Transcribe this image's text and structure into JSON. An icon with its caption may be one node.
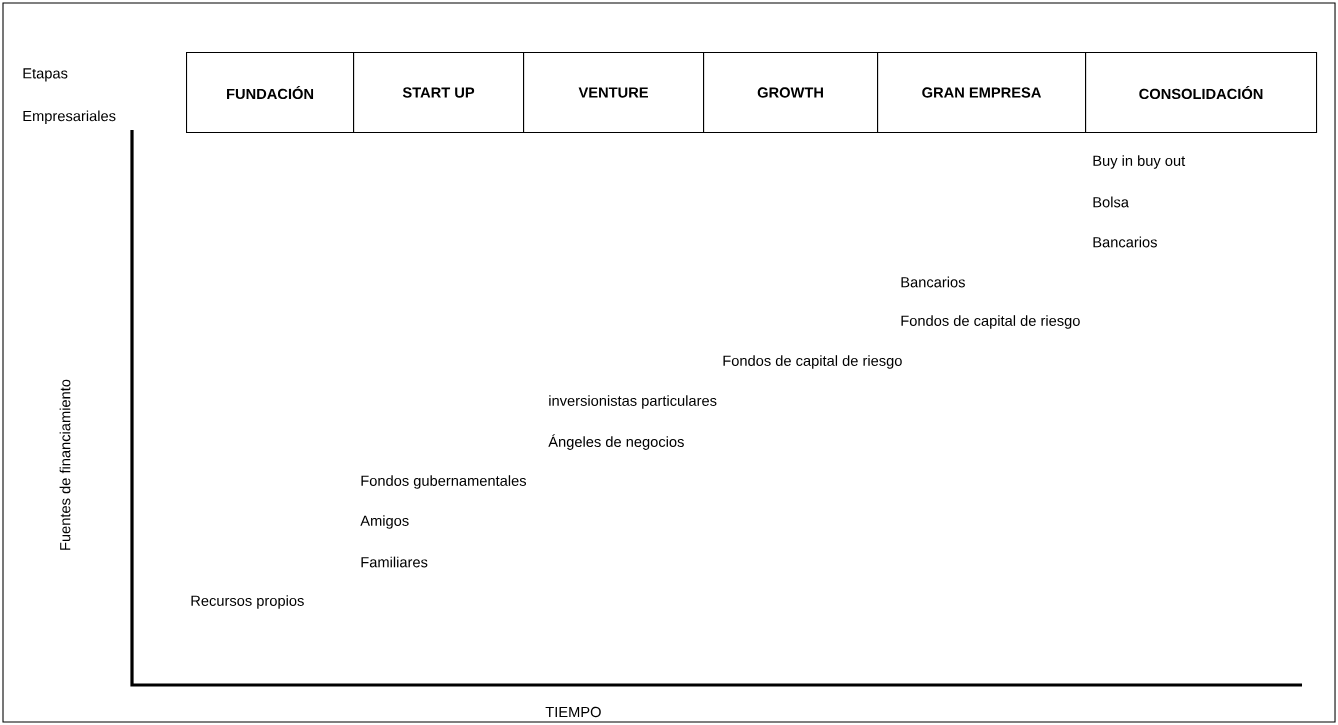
{
  "diagram": {
    "nodes": [
      {
        "text": [
          "FUNDACIÓN"
        ]
      },
      {
        "text": [
          "START UP"
        ]
      },
      {
        "text": [
          "VENTURE"
        ]
      },
      {
        "text": [
          "GROWTH"
        ]
      },
      {
        "text": [
          "GRAN EMPRESA"
        ]
      },
      {
        "text": [
          "CONSOLIDACIÓN"
        ]
      }
    ],
    "labels": [
      "Etapas Empresariales",
      "Buy in buy out",
      "Bolsa",
      "Bancarios",
      "Bancarios",
      "Fondos de capital de riesgo",
      "Fondos de capital de riesgo",
      "inversionistas particulares",
      "Ángeles de negocios",
      "Fondos gubernamentales",
      "Amigos",
      "Familiares",
      "Recursos propios",
      "Fuentes de financiamiento",
      "TIEMPO"
    ]
  }
}
